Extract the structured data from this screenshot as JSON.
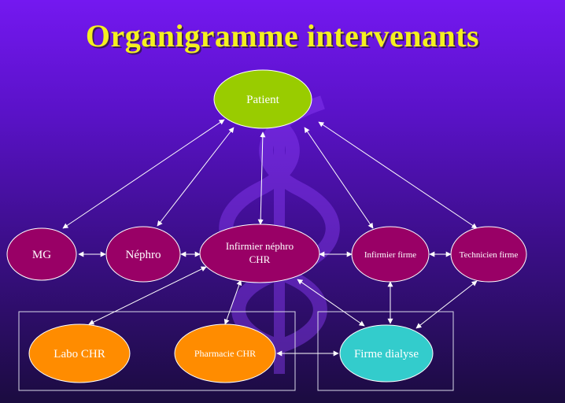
{
  "title": "Organigramme intervenants",
  "nodes": {
    "patient": "Patient",
    "mg": "MG",
    "nephro": "Néphro",
    "infirmier_nephro_line1": "Infirmier  néphro",
    "infirmier_nephro_line2": "CHR",
    "infirmier_firme": "Infirmier firme",
    "technicien_firme": "Technicien firme",
    "labo_chr": "Labo CHR",
    "pharmacie_chr": "Pharmacie CHR",
    "firme_dialyse": "Firme dialyse"
  },
  "colors": {
    "patient": "#99cc00",
    "people": "#990066",
    "chr_services": "#ff8c00",
    "firme": "#33cccc",
    "title": "#f4f020"
  }
}
